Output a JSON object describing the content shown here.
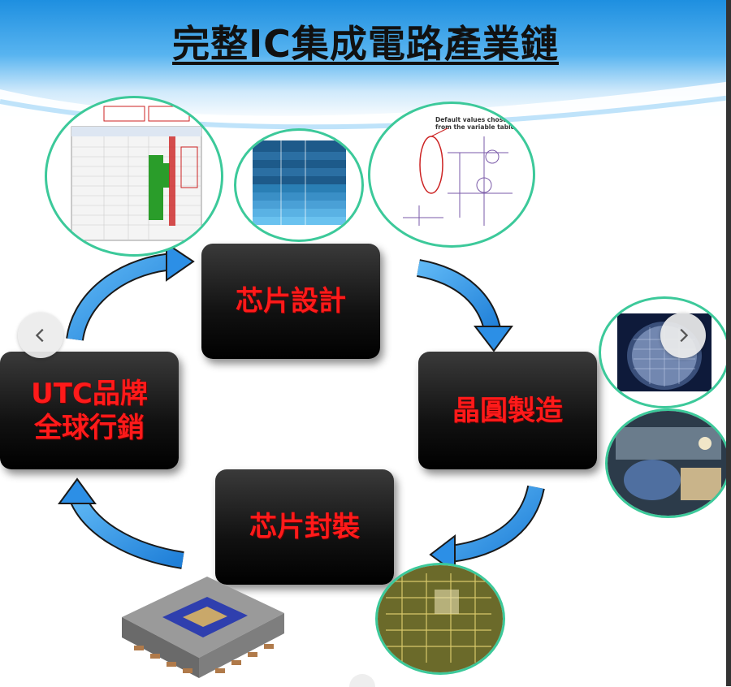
{
  "title": "完整IC集成電路產業鏈",
  "boxes": {
    "design": "芯片設計",
    "wafer": "晶圓製造",
    "package": "芯片封裝",
    "brand": "UTC品牌\n全球行銷"
  },
  "images": {
    "schematic_note": "Default values chosen from the variable table"
  },
  "colors": {
    "arrow": "#2c8fe6",
    "box_text": "#ff1a1a",
    "circle_border": "#3cc99a"
  }
}
